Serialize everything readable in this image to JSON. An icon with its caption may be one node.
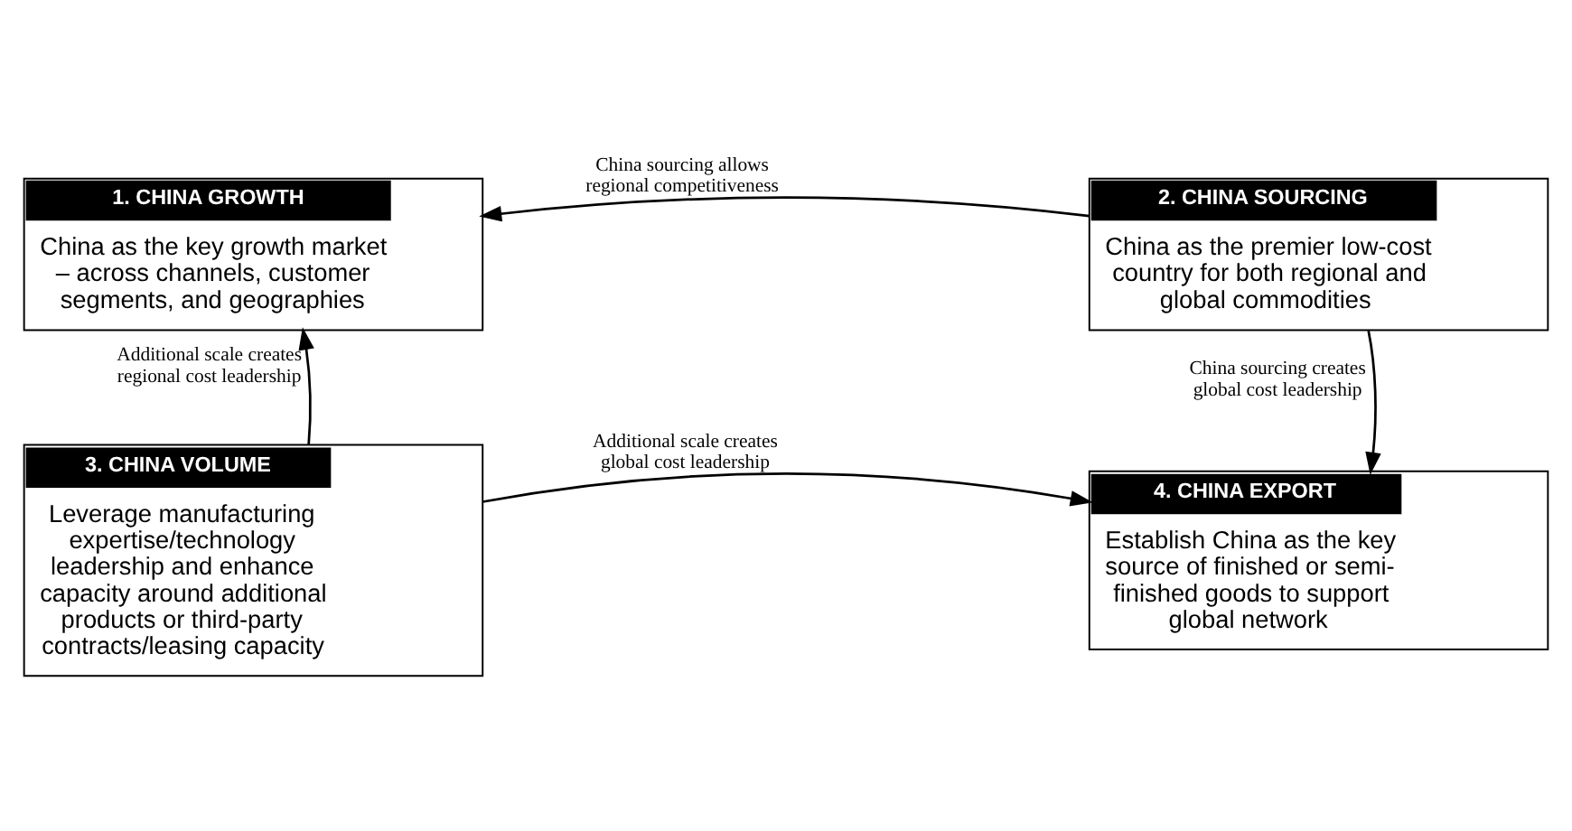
{
  "diagram": {
    "nodes": [
      {
        "text": [
          "1. CHINA GROWTH",
          "China as the key growth market – across channels, customer segments, and geographies"
        ]
      },
      {
        "text": [
          "2. CHINA SOURCING",
          "China as the premier low-cost country for both regional and global commodities"
        ]
      },
      {
        "text": [
          "3. CHINA VOLUME",
          "Leverage manufacturing expertise/technology leadership and enhance capacity around additional products or third-party contracts/leasing capacity"
        ]
      },
      {
        "text": [
          "4. CHINA EXPORT",
          "Establish China as the key source of finished or semi-finished goods to support global network"
        ]
      }
    ],
    "edges": [
      {
        "from": 1,
        "to": 0,
        "arrow": "to",
        "label": "China sourcing allows regional competitiveness"
      },
      {
        "from": 1,
        "to": 3,
        "arrow": "to",
        "label": "China sourcing creates global cost leadership"
      },
      {
        "from": 2,
        "to": 0,
        "arrow": "to",
        "label": "Additional scale creates regional cost leadership"
      },
      {
        "from": 2,
        "to": 3,
        "arrow": "to",
        "label": "Additional scale creates global cost leadership"
      }
    ]
  }
}
